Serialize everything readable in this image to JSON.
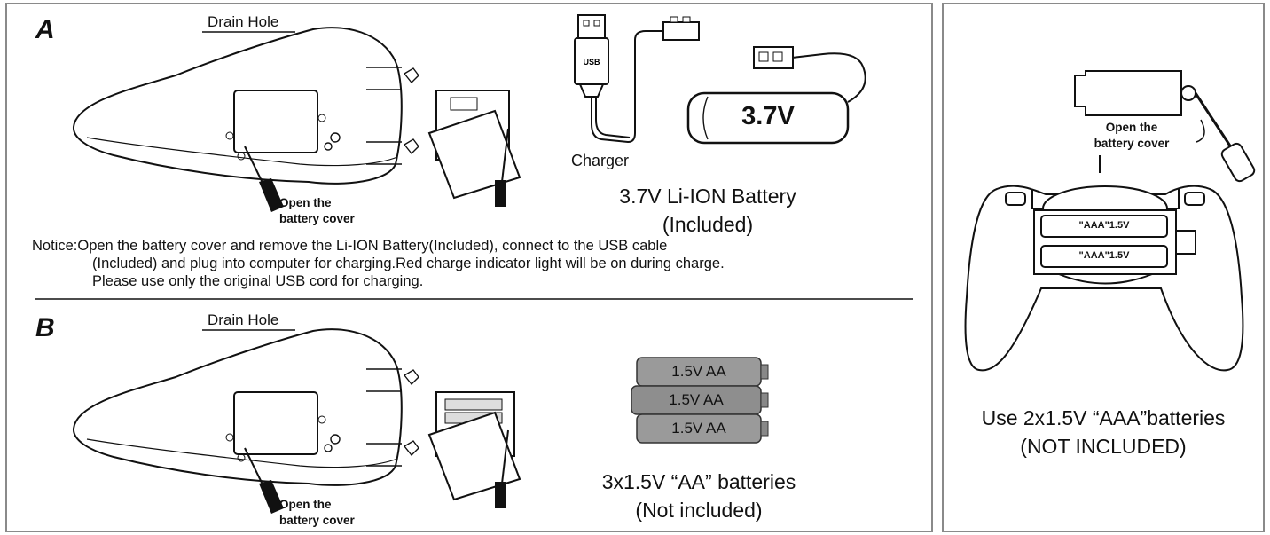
{
  "section_a": {
    "letter": "A",
    "drain_hole": "Drain Hole",
    "open_cover": [
      "Open the",
      "battery cover"
    ],
    "charger_label": "Charger",
    "usb_text": "USB",
    "battery_label": "3.7V",
    "battery_caption": [
      "3.7V Li-ION Battery",
      "(Included)"
    ],
    "notice_prefix": "Notice:",
    "notice_lines": [
      "Open the battery cover and remove the Li-ION Battery(Included), connect to the USB cable",
      "(Included) and plug into computer for charging.Red charge indicator light will be on during charge.",
      "Please use only the original USB cord for charging."
    ]
  },
  "section_b": {
    "letter": "B",
    "drain_hole": "Drain Hole",
    "open_cover": [
      "Open the",
      "battery cover"
    ],
    "aa_label": "1.5V AA",
    "caption": [
      "3x1.5V “AA” batteries",
      "(Not included)"
    ]
  },
  "controller": {
    "open_cover": [
      "Open the",
      "battery cover"
    ],
    "aaa_label": "\"AAA\"1.5V",
    "caption": [
      "Use 2x1.5V “AAA”batteries",
      "(NOT INCLUDED)"
    ]
  }
}
